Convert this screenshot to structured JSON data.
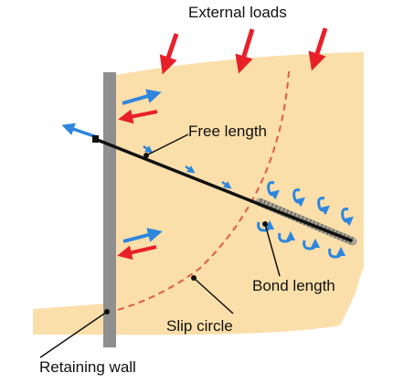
{
  "labels": {
    "external_loads": "External loads",
    "free_length": "Free length",
    "bond_length": "Bond length",
    "slip_circle": "Slip circle",
    "retaining_wall": "Retaining wall"
  },
  "colors": {
    "soil": "#FBDFAA",
    "wall": "#8F8F8F",
    "load_arrow": "#E8202A",
    "red_arrow": "#E8202A",
    "blue_arrow": "#2E86DE",
    "slip_circle": "#E25B45",
    "anchor": "#111111",
    "grout": "#A8A294"
  },
  "icons": [
    "load-arrow",
    "blue-arrow",
    "red-arrow",
    "curly-arrow"
  ]
}
